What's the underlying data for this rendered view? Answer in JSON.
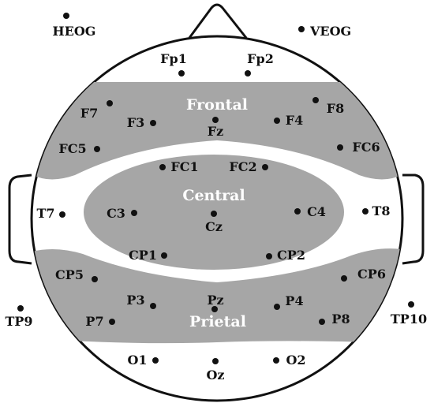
{
  "colors": {
    "region_fill": "#a6a6a6",
    "outline": "#111111",
    "region_text": "#ffffff",
    "electrode": "#111111"
  },
  "regions": {
    "frontal": "Frontal",
    "central": "Central",
    "parietal": "Prietal"
  },
  "electrodes": [
    {
      "id": "HEOG",
      "label": "HEOG"
    },
    {
      "id": "VEOG",
      "label": "VEOG"
    },
    {
      "id": "Fp1",
      "label": "Fp1"
    },
    {
      "id": "Fp2",
      "label": "Fp2"
    },
    {
      "id": "F7",
      "label": "F7"
    },
    {
      "id": "F3",
      "label": "F3"
    },
    {
      "id": "Fz",
      "label": "Fz"
    },
    {
      "id": "F4",
      "label": "F4"
    },
    {
      "id": "F8",
      "label": "F8"
    },
    {
      "id": "FC5",
      "label": "FC5"
    },
    {
      "id": "FC1",
      "label": "FC1"
    },
    {
      "id": "FC2",
      "label": "FC2"
    },
    {
      "id": "FC6",
      "label": "FC6"
    },
    {
      "id": "T7",
      "label": "T7"
    },
    {
      "id": "C3",
      "label": "C3"
    },
    {
      "id": "Cz",
      "label": "Cz"
    },
    {
      "id": "C4",
      "label": "C4"
    },
    {
      "id": "T8",
      "label": "T8"
    },
    {
      "id": "CP1",
      "label": "CP1"
    },
    {
      "id": "CP2",
      "label": "CP2"
    },
    {
      "id": "CP5",
      "label": "CP5"
    },
    {
      "id": "CP6",
      "label": "CP6"
    },
    {
      "id": "TP9",
      "label": "TP9"
    },
    {
      "id": "TP10",
      "label": "TP10"
    },
    {
      "id": "P3",
      "label": "P3"
    },
    {
      "id": "Pz",
      "label": "Pz"
    },
    {
      "id": "P4",
      "label": "P4"
    },
    {
      "id": "P7",
      "label": "P7"
    },
    {
      "id": "P8",
      "label": "P8"
    },
    {
      "id": "O1",
      "label": "O1"
    },
    {
      "id": "Oz",
      "label": "Oz"
    },
    {
      "id": "O2",
      "label": "O2"
    }
  ]
}
